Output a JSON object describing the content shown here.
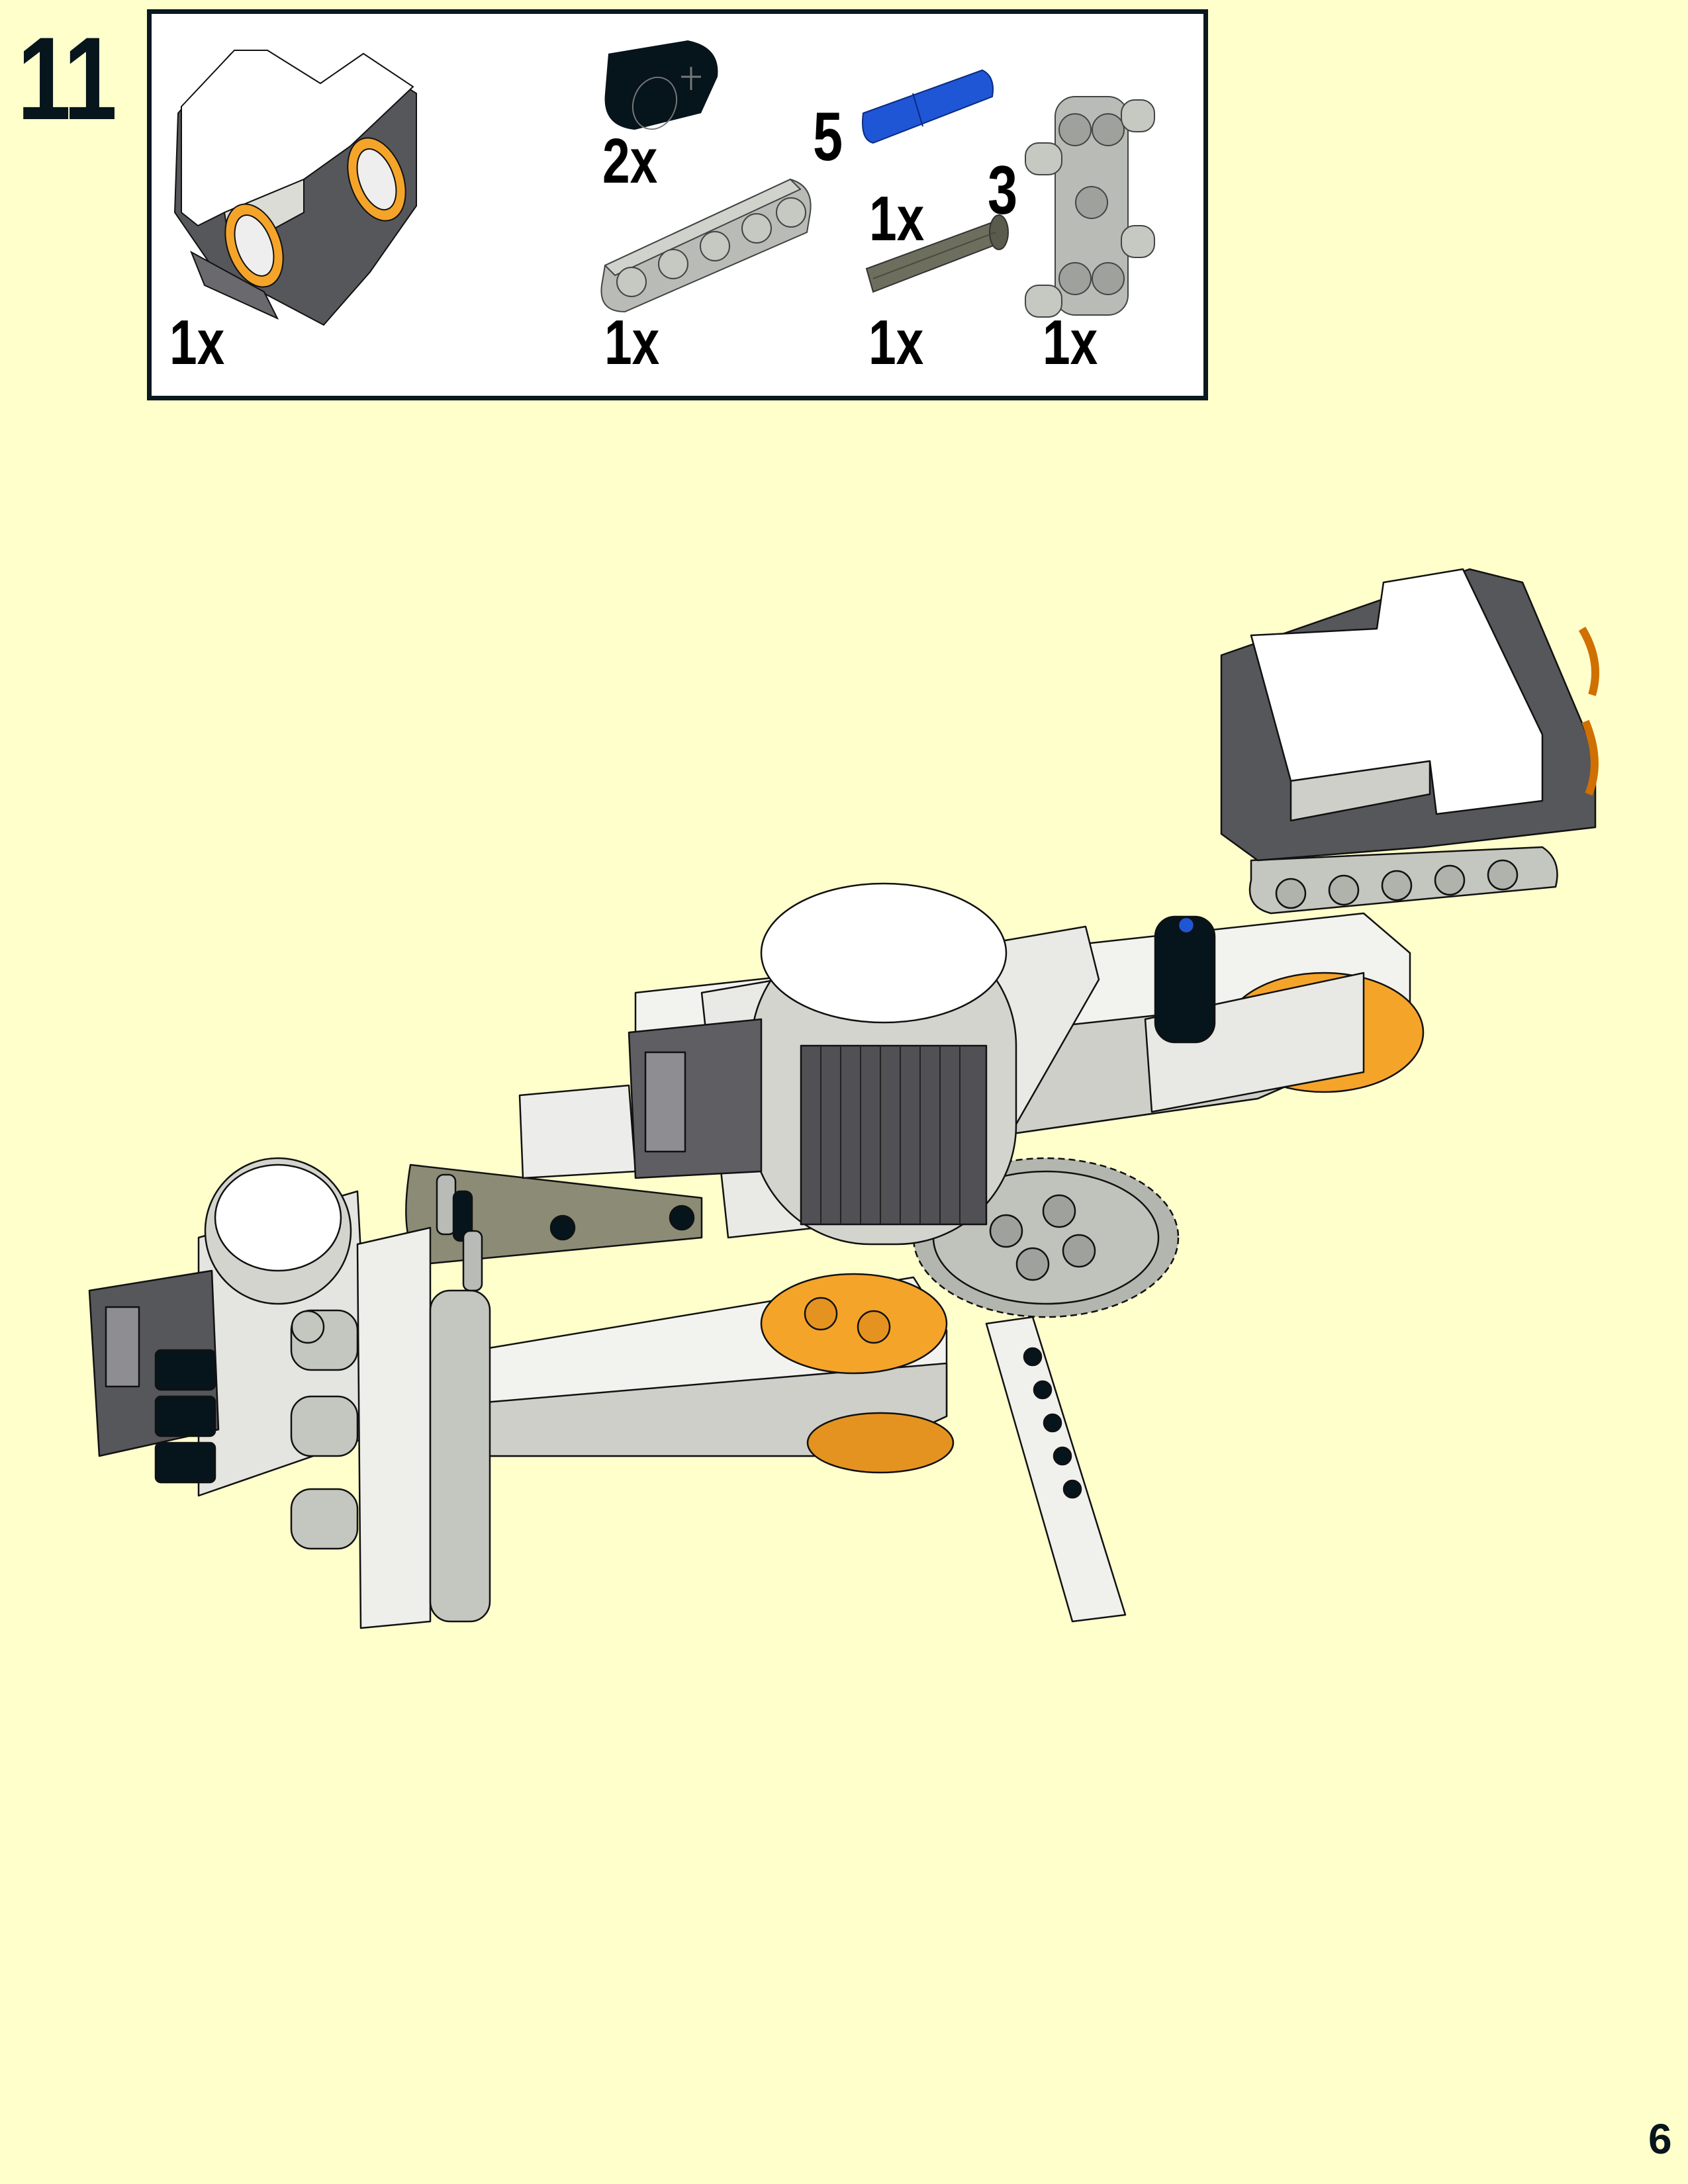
{
  "page": {
    "step_number": "11",
    "page_number": "6",
    "background_color": "#ffffcc"
  },
  "parts_list": {
    "border_color": "#0a1820",
    "items": [
      {
        "part": "ultrasonic-sensor",
        "color": "white/dark-gray/orange",
        "quantity": "1x"
      },
      {
        "part": "black-connector-axle-pin",
        "color": "#06141c",
        "quantity": "2x"
      },
      {
        "part": "light-gray-beam-5",
        "color": "#b8bbb6",
        "quantity": "1x"
      },
      {
        "part": "blue-pin-length-3",
        "color": "#1e56d6",
        "quantity": "1x",
        "length_callout": "5"
      },
      {
        "part": "dark-gray-axle",
        "color": "#6e6e5e",
        "quantity": "1x",
        "length_callout": "3"
      },
      {
        "part": "light-gray-double-pin-connector",
        "color": "#b8bbb6",
        "quantity": "1x"
      }
    ]
  },
  "colors": {
    "white_part": "#ffffff",
    "light_gray": "#c8c8c2",
    "mid_gray": "#a9aaa4",
    "dark_gray": "#56575b",
    "orange": "#f5a42a",
    "black": "#06141c",
    "blue": "#1e56d6",
    "olive": "#8c8c76"
  }
}
